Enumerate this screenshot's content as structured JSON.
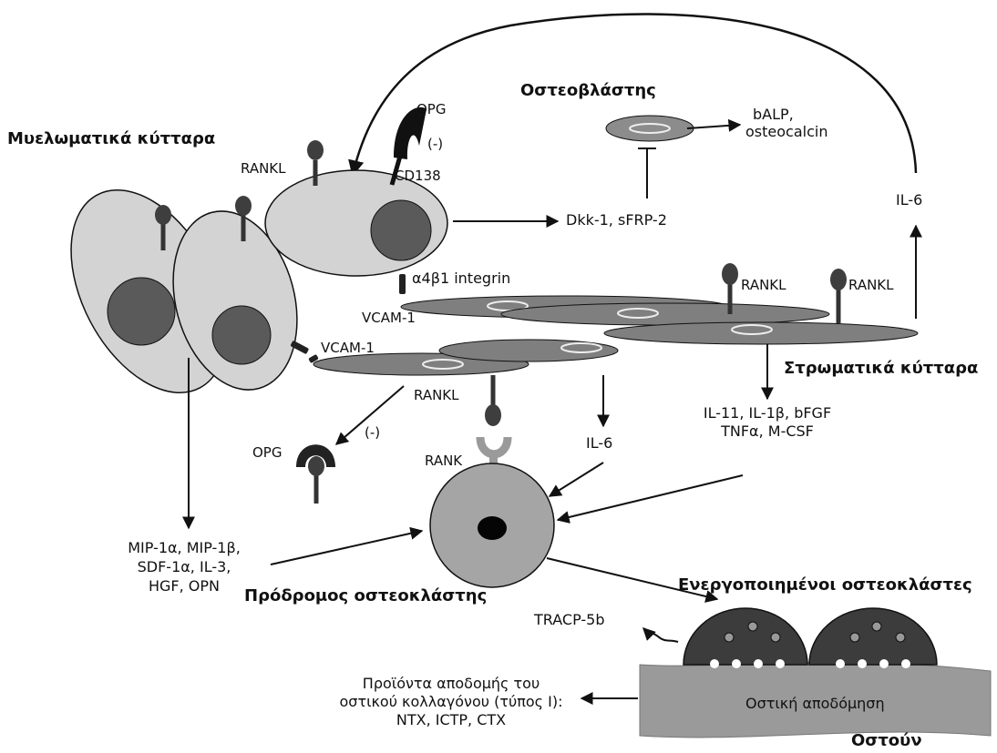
{
  "titles": {
    "myeloma": "Μυελωματικά κύτταρα",
    "osteoblast": "Οστεοβλάστης",
    "stromal": "Στρωματικά κύτταρα",
    "precursor": "Πρόδρομος οστεοκλάστης",
    "activated": "Ενεργοποιημένοι οστεοκλάστες",
    "bone": "Οστούν"
  },
  "labels": {
    "rankl_myeloma": "RANKL",
    "opg_top": "OPG",
    "inhibit_top": "(-)",
    "cd138": "CD138",
    "dkk": "Dkk-1, sFRP-2",
    "balp_line1": "bALP,",
    "balp_line2": "osteocalcin",
    "il6_right": "IL-6",
    "integrin": "α4β1 integrin",
    "vcam_1": "VCAM-1",
    "vcam_2": "VCAM-1",
    "rankl_stromal_1": "RANKL",
    "rankl_stromal_2": "RANKL",
    "rankl_lower": "RANKL",
    "opg_lower": "OPG",
    "inhibit_lower": "(-)",
    "rank": "RANK",
    "il6_mid": "IL-6",
    "cytokines_line1": "IL-11, IL-1β, bFGF",
    "cytokines_line2": "TNFα, M-CSF",
    "mip_line1": "MIP-1α, MIP-1β,",
    "mip_line2": "SDF-1α, IL-3,",
    "mip_line3": "HGF, OPN",
    "tracp": "TRACP-5b",
    "products_line1": "Προϊόντα αποδομής του",
    "products_line2": "οστικού κολλαγόνου (τύπος Ι):",
    "products_line3": "NTX, ICTP, CTX",
    "resorption": "Οστική αποδόμηση"
  },
  "colors": {
    "cell_fill": "#d3d3d3",
    "nucleus": "#5a5a5a",
    "stromal": "#7f7f7f",
    "precursor": "#a5a5a5",
    "osteoclast": "#3c3c3c",
    "bone": "#9a9a9a"
  }
}
